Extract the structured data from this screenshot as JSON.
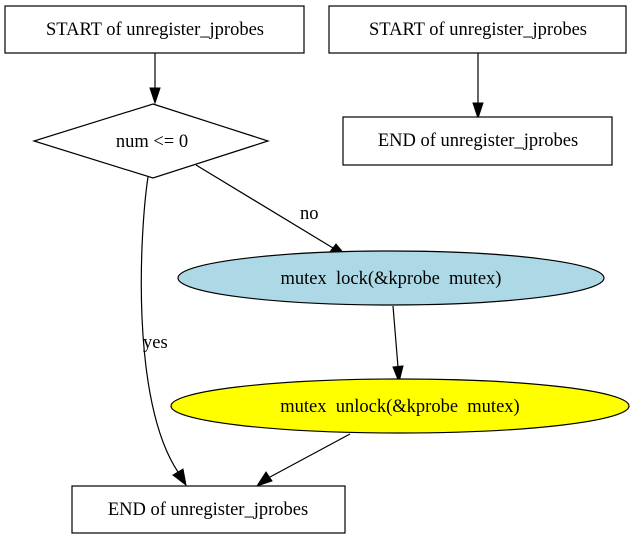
{
  "diagram": {
    "type": "flowchart",
    "nodes": {
      "start_left": {
        "label": "START of unregister_jprobes",
        "shape": "box"
      },
      "start_right": {
        "label": "START of unregister_jprobes",
        "shape": "box"
      },
      "end_right": {
        "label": "END of unregister_jprobes",
        "shape": "box"
      },
      "decision": {
        "label": "num <= 0",
        "shape": "diamond"
      },
      "mutex_lock": {
        "label": "mutex  lock(&kprobe  mutex)",
        "shape": "ellipse",
        "fill": "#add8e6"
      },
      "mutex_unlock": {
        "label": "mutex  unlock(&kprobe  mutex)",
        "shape": "ellipse",
        "fill": "#ffff00"
      },
      "end_left": {
        "label": "END of unregister_jprobes",
        "shape": "box"
      }
    },
    "edges": [
      {
        "from": "start_left",
        "to": "decision",
        "label": ""
      },
      {
        "from": "start_right",
        "to": "end_right",
        "label": ""
      },
      {
        "from": "decision",
        "to": "mutex_lock",
        "label": "no"
      },
      {
        "from": "decision",
        "to": "end_left",
        "label": "yes"
      },
      {
        "from": "mutex_lock",
        "to": "mutex_unlock",
        "label": ""
      },
      {
        "from": "mutex_unlock",
        "to": "end_left",
        "label": ""
      }
    ],
    "edge_labels": {
      "no": "no",
      "yes": "yes"
    }
  }
}
